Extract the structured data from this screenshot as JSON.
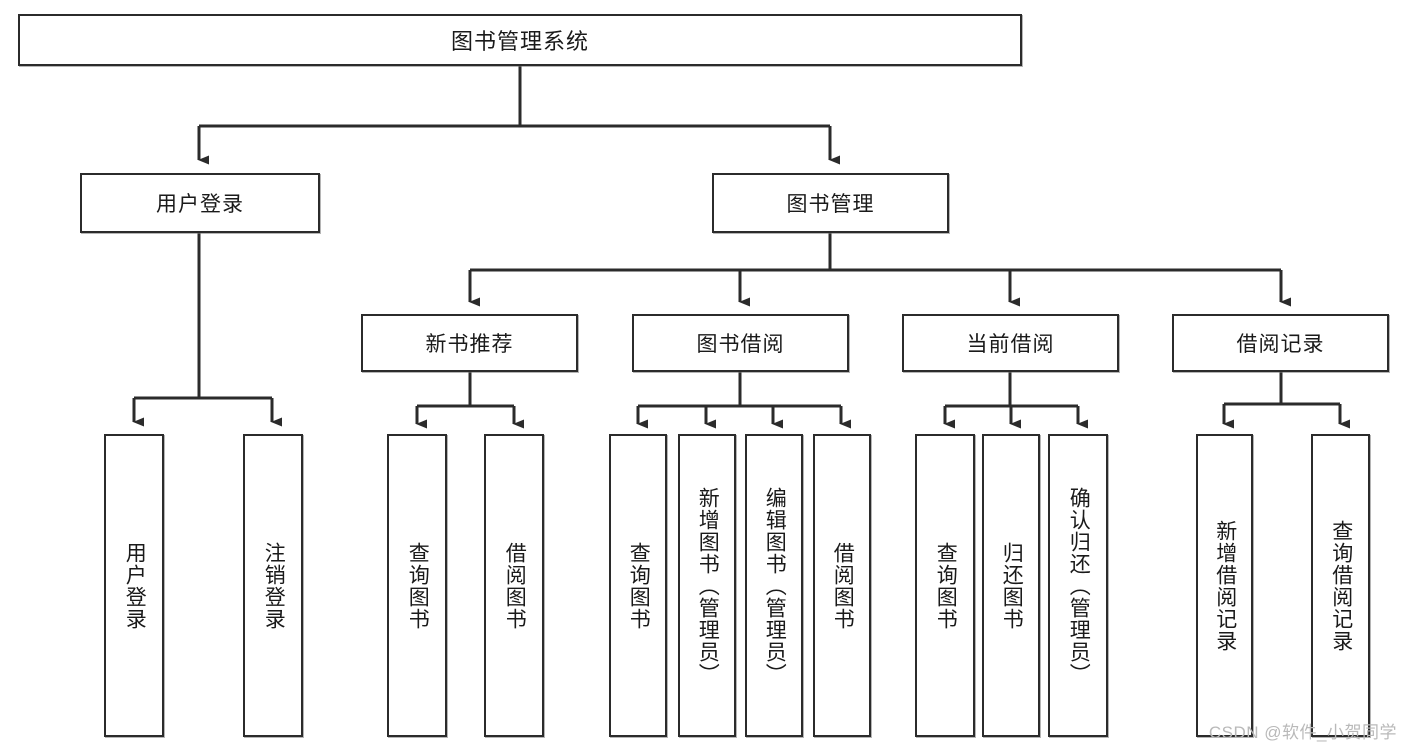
{
  "diagram": {
    "title": "图书管理系统",
    "type": "tree",
    "orientation": "top-down",
    "colors": {
      "box_border": "#2b2b2b",
      "box_fill": "#ffffff",
      "edge": "#2b2b2b",
      "text": "#1a1a1a",
      "watermark": "#b9b9b9",
      "background": "#ffffff"
    },
    "watermark": "CSDN @软件_小贺同学",
    "nodes": {
      "root": {
        "label": "图书管理系统"
      },
      "level2": [
        {
          "id": "user-login",
          "label": "用户登录"
        },
        {
          "id": "book-manage",
          "label": "图书管理"
        }
      ],
      "level3": [
        {
          "id": "new-book-recommend",
          "label": "新书推荐",
          "parent": "book-manage"
        },
        {
          "id": "book-borrow",
          "label": "图书借阅",
          "parent": "book-manage"
        },
        {
          "id": "current-borrow",
          "label": "当前借阅",
          "parent": "book-manage"
        },
        {
          "id": "borrow-record",
          "label": "借阅记录",
          "parent": "book-manage"
        }
      ],
      "leaves": [
        {
          "id": "leaf-user-login",
          "label": "用户登录",
          "parent": "user-login"
        },
        {
          "id": "leaf-logout",
          "label": "注销登录",
          "parent": "user-login"
        },
        {
          "id": "leaf-query-book-1",
          "label": "查询图书",
          "parent": "new-book-recommend"
        },
        {
          "id": "leaf-borrow-book-1",
          "label": "借阅图书",
          "parent": "new-book-recommend"
        },
        {
          "id": "leaf-query-book-2",
          "label": "查询图书",
          "parent": "book-borrow"
        },
        {
          "id": "leaf-add-book",
          "label": "新增图书（管理员）",
          "parent": "book-borrow"
        },
        {
          "id": "leaf-edit-book",
          "label": "编辑图书（管理员）",
          "parent": "book-borrow"
        },
        {
          "id": "leaf-borrow-book-2",
          "label": "借阅图书",
          "parent": "book-borrow"
        },
        {
          "id": "leaf-query-book-3",
          "label": "查询图书",
          "parent": "current-borrow"
        },
        {
          "id": "leaf-return-book",
          "label": "归还图书",
          "parent": "current-borrow"
        },
        {
          "id": "leaf-confirm-return",
          "label": "确认归还（管理员）",
          "parent": "current-borrow"
        },
        {
          "id": "leaf-add-record",
          "label": "新增借阅记录",
          "parent": "borrow-record"
        },
        {
          "id": "leaf-query-record",
          "label": "查询借阅记录",
          "parent": "borrow-record"
        }
      ]
    }
  }
}
